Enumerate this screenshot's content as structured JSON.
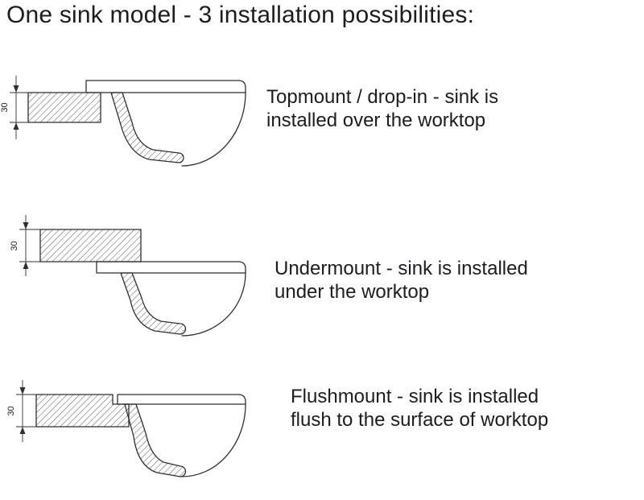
{
  "title": "One sink model - 3 installation possibilities:",
  "colors": {
    "ink": "#1d1d1f",
    "drawing_line": "#2f2f31",
    "hatch": "#55565a",
    "background": "#ffffff"
  },
  "rows": [
    {
      "id": "topmount",
      "dimension_label": "30",
      "caption": {
        "line1": "Topmount / drop-in - sink is",
        "line2": "installed over the worktop"
      }
    },
    {
      "id": "undermount",
      "dimension_label": "30",
      "caption": {
        "line1": "Undermount - sink is installed",
        "line2": "under the worktop"
      }
    },
    {
      "id": "flushmount",
      "dimension_label": "30",
      "caption": {
        "line1": "Flushmount - sink is installed",
        "line2": "flush to the surface of worktop"
      }
    }
  ]
}
